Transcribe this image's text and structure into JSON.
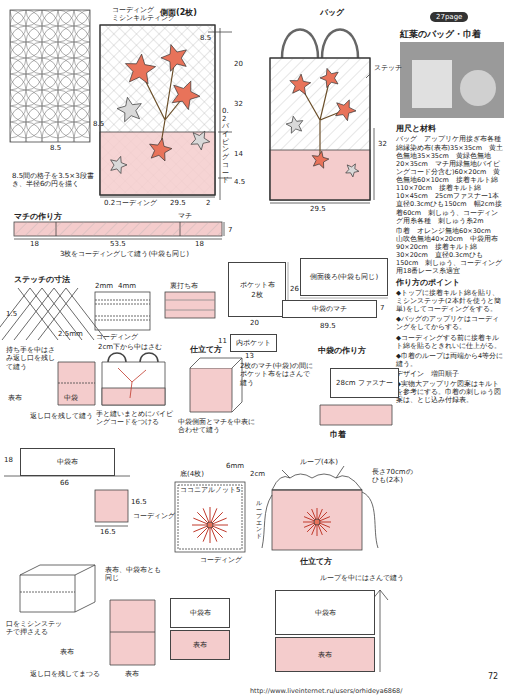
{
  "diagram": {
    "title": "紅葉のバッグ・巾着",
    "nodes": [
      {
        "text": [
          "ポケット布",
          "2枚"
        ]
      },
      {
        "text": [
          "側面後ろ(中袋も同じ)"
        ]
      },
      {
        "text": [
          "内ポケット"
        ]
      },
      {
        "text": [
          "中袋のマチ"
        ]
      },
      {
        "text": [
          "28cm ファスナー"
        ]
      },
      {
        "text": [
          "中袋布"
        ]
      },
      {
        "text": [
          "中袋布"
        ]
      },
      {
        "text": [
          "表布"
        ]
      },
      {
        "text": [
          "中袋布"
        ]
      },
      {
        "text": [
          "表布"
        ]
      }
    ],
    "labels": [
      "8.5間の格子を3.5×3段書き、半径6の円を描く",
      "8.5",
      "8.5",
      "側面(2枚)",
      "コーディング",
      "ミシンキルティング",
      "8.5",
      "20",
      "32",
      "14",
      "0.2パイピングコード",
      "4.5",
      "2",
      "29.5",
      "0.2コーディング",
      "バッグ",
      "ステッチ",
      "32",
      "29.5",
      "マチの作り方",
      "マチ",
      "7",
      "18",
      "53.5",
      "18",
      "3枚をコーディングして縫う(中袋も同じ)",
      "ステッチの寸法",
      "2.5mm",
      "1.5",
      "2mm",
      "4mm",
      "裏打ち布",
      "コーディング",
      "20",
      "26",
      "11",
      "13",
      "7",
      "89.5",
      "持ち手を中はさみ返し口を残して縫う",
      "表布",
      "中袋",
      "返し口を残して縫う",
      "2cm下から中はさむ",
      "手と縫いまとめにパイピングコードをつける",
      "仕立て方",
      "2枚のマチ(中袋)の間にポケット布をはさんで縫う",
      "中袋側面とマチを中表に合わせて縫う",
      "中袋の作り方",
      "巾着",
      "66",
      "18",
      "16.5",
      "16.5",
      "コーディング",
      "底(4枚)",
      "6mm",
      "2cm",
      "コーディング",
      "ココニアルノット5",
      "ループ(4本)",
      "長さ70cmのひも(2本)",
      "ループエンド",
      "口をミシンステッチで押さえる",
      "表布",
      "返し口を残してまつる",
      "表布、中袋布とも同じ",
      "表布",
      "仕立て方",
      "ループを中にはさんで縫う",
      "72",
      "http://www.liveinternet.ru/users/orhideya6868/",
      "27page",
      "用尺と材料",
      "バッグ　アップリケ用接ぎ布各種　綿縁染め布(表布)35×35cm　黄土色無地35×35cm　黄緑色無地20×35cm　マチ用緑無地(パイピングコード分含む)60×20cm　黄色無地60×10cm　接着キルト綿110×70cm　接着キルト綿10×45cm　25cmファスナー1本　直径0.3cmひも150cm　幅2cm接着60cm　刺しゅう、コーディング用糸各種　刺しゅう糸2m",
      "巾着　オレンジ無地60×30cm　山吹色無地40×20cm　中袋用布90×20cm　接着キルト綿30×20cm　直径0.3cmひも150cm　刺しゅう、コーディング用18番レース糸適宜",
      "作り方のポイント",
      "◆トップに接着キルト綿を貼り、ミシンステッチ(2本針を使うと簡単)をしてコーディングをする。",
      "◆バッグのアップリケはコーディングをしてからする。",
      "◆コーディングする前に接着キルト綿を貼るときれいに仕上がる。",
      "◆巾着のループは両端から4等分に縫う。",
      "デザイン　増田順子",
      "◆実物大アップリケ図案はキルトを参考にする。巾着の刺しゅう図案は、とじ込み付録表。"
    ]
  }
}
